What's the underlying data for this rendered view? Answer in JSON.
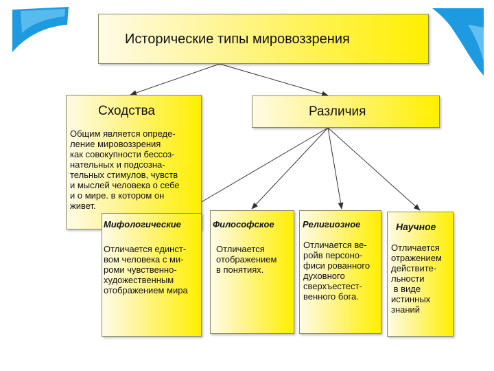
{
  "title": "Исторические типы мировоззрения",
  "similarities": {
    "heading": "Сходства",
    "text": "Общим является опреде-\nление мировоззрения\nкак совокупности бессоз-\nнательных и подсозна-\nтельных стимулов, чувств\nи мыслей человека о себе\nи о мире. в котором он\nживет."
  },
  "differences": {
    "heading": "Различия"
  },
  "types": [
    {
      "name": "Мифологические",
      "text": "Отличается единст-\nвом человека с ми-\nроми чувственно-\nхудожественным\nотображением мира"
    },
    {
      "name": "Философское",
      "text": "Отличается\nотображением\nв понятиях."
    },
    {
      "name": "Религиозное",
      "text": "Отличается ве-\nройв персоно-\nфиси рованного\nдуховного\nсверхъестест-\nвенного бога."
    },
    {
      "name": "Научное",
      "text": "Отличается\nотражением\nдействите-\nльности\n в виде\nистинных\nзнаний"
    }
  ],
  "colors": {
    "box_fill": "#ffef00",
    "box_fill_light": "#fffbe6",
    "deco_blue": "#1e9be0",
    "deco_blue_light": "#7ed0f5"
  }
}
